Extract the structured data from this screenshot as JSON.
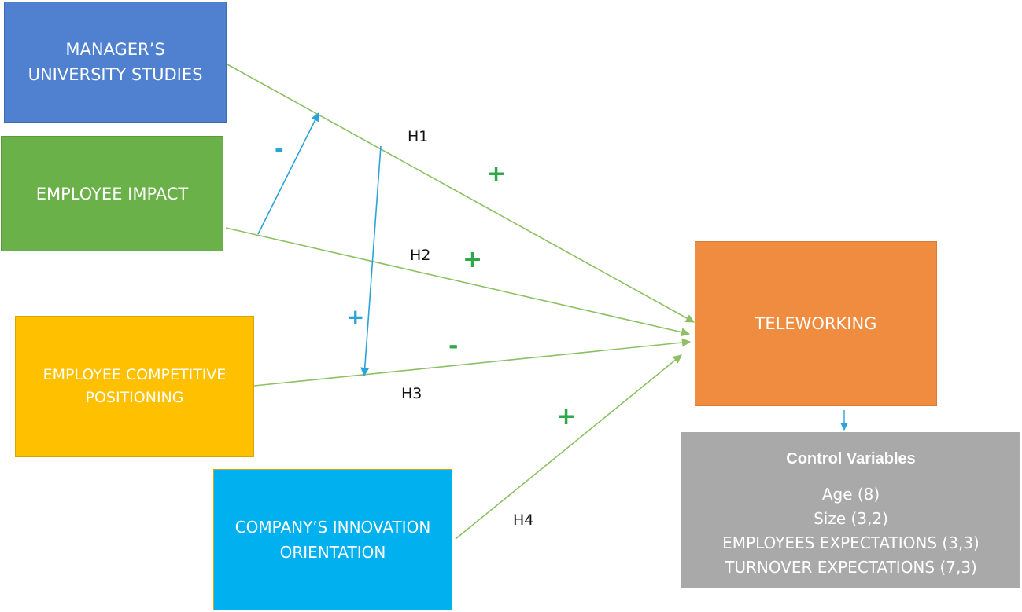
{
  "boxes": {
    "manager": [
      "MANAGER’S",
      "UNIVERSITY STUDIES"
    ],
    "impact": [
      "EMPLOYEE IMPACT"
    ],
    "competitive": [
      "EMPLOYEE COMPETITIVE",
      "POSITIONING"
    ],
    "innovation": [
      "COMPANY’S INNOVATION",
      "ORIENTATION"
    ],
    "telework": [
      "TELEWORKING"
    ]
  },
  "control": {
    "title": "Control Variables",
    "items": [
      "Age (8)",
      "Size (3,2)",
      "EMPLOYEES EXPECTATIONS (3,3)",
      "TURNOVER EXPECTATIONS (7,3)"
    ]
  },
  "hypotheses": {
    "h1": "H1",
    "h2": "H2",
    "h3": "H3",
    "h4": "H4"
  },
  "signs": {
    "h1": "+",
    "h2": "+",
    "h3": "-",
    "h4": "+",
    "moderator_impact": "-",
    "moderator_studies": "+"
  },
  "colors": {
    "manager": "#4f81d0",
    "impact": "#6bb14a",
    "competitive": "#ffc000",
    "innovation": "#00b0ef",
    "telework": "#f08c3f",
    "control": "#a9a9a9",
    "path_arrow": "#8cc063",
    "moderator_arrow": "#2aa3d8"
  }
}
